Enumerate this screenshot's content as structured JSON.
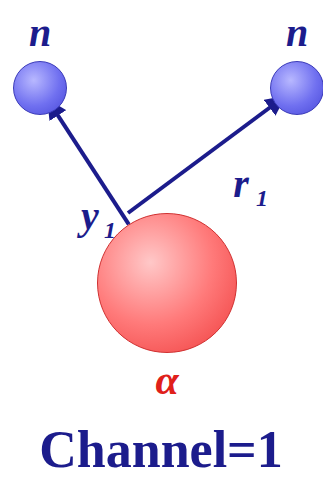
{
  "diagram": {
    "nodes": [
      {
        "text": [
          "n"
        ]
      },
      {
        "text": [
          "n"
        ]
      },
      {
        "text": [
          "α"
        ]
      }
    ],
    "edges": [
      {
        "from": 2,
        "to": 0,
        "arrow": "to"
      }
    ],
    "labels": [
      "y",
      "1",
      "r",
      "1",
      "Channel=1"
    ]
  }
}
